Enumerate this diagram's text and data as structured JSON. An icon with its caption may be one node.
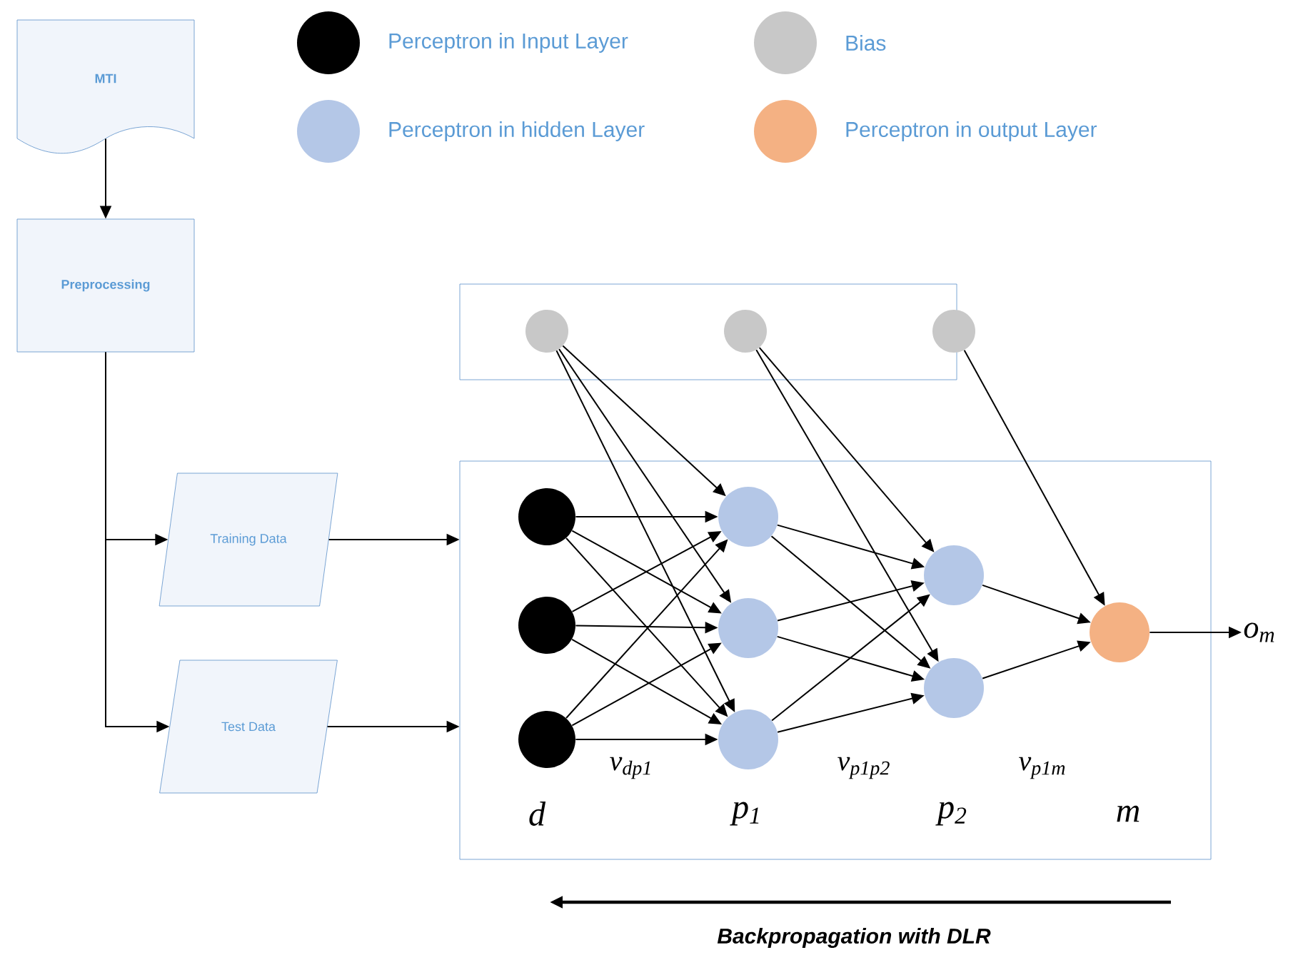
{
  "diagram": {
    "nodes": [
      {
        "text": [
          "MTI"
        ]
      },
      {
        "text": [
          "Preprocessing"
        ]
      },
      {
        "text": [
          "Training Data"
        ]
      },
      {
        "text": [
          "Test Data"
        ]
      },
      {
        "text": [],
        "shape": "box"
      },
      {
        "text": [],
        "shape": "box"
      },
      {
        "text": [],
        "shape": "circle",
        "in": 4
      },
      {
        "text": [],
        "shape": "circle",
        "in": 4
      },
      {
        "text": [],
        "shape": "circle",
        "in": 4
      },
      {
        "text": [],
        "shape": "circle",
        "in": 5
      },
      {
        "text": [],
        "shape": "circle",
        "in": 5
      },
      {
        "text": [],
        "shape": "circle",
        "in": 5
      },
      {
        "text": [],
        "shape": "circle",
        "in": 5
      },
      {
        "text": [],
        "shape": "circle",
        "in": 5
      },
      {
        "text": [],
        "shape": "circle",
        "in": 5
      },
      {
        "text": [],
        "shape": "circle",
        "in": 5
      },
      {
        "text": [],
        "shape": "circle",
        "in": 5
      },
      {
        "text": [],
        "shape": "circle",
        "in": 5
      },
      {
        "text": [
          "o$_{m}$"
        ]
      }
    ],
    "edges": [
      {
        "from": 0,
        "to": 1,
        "arrow": "to"
      },
      {
        "from": 1,
        "to": 2,
        "arrow": "to"
      },
      {
        "from": 1,
        "to": 3,
        "arrow": "to"
      },
      {
        "from": 2,
        "to": 5,
        "arrow": "to"
      },
      {
        "from": 3,
        "to": 5,
        "arrow": "to"
      },
      {
        "from": 6,
        "to": 12,
        "arrow": "to"
      },
      {
        "from": 6,
        "to": 13,
        "arrow": "to"
      },
      {
        "from": 6,
        "to": 14,
        "arrow": "to"
      },
      {
        "from": 7,
        "to": 15,
        "arrow": "to"
      },
      {
        "from": 7,
        "to": 16,
        "arrow": "to"
      },
      {
        "from": 8,
        "to": 17,
        "arrow": "to"
      },
      {
        "from": 9,
        "to": 12,
        "arrow": "to"
      },
      {
        "from": 9,
        "to": 13,
        "arrow": "to"
      },
      {
        "from": 9,
        "to": 14,
        "arrow": "to"
      },
      {
        "from": 10,
        "to": 12,
        "arrow": "to"
      },
      {
        "from": 10,
        "to": 13,
        "arrow": "to"
      },
      {
        "from": 10,
        "to": 14,
        "arrow": "to"
      },
      {
        "from": 11,
        "to": 12,
        "arrow": "to"
      },
      {
        "from": 11,
        "to": 13,
        "arrow": "to"
      },
      {
        "from": 11,
        "to": 14,
        "arrow": "to"
      },
      {
        "from": 12,
        "to": 15,
        "arrow": "to"
      },
      {
        "from": 12,
        "to": 16,
        "arrow": "to"
      },
      {
        "from": 13,
        "to": 15,
        "arrow": "to"
      },
      {
        "from": 13,
        "to": 16,
        "arrow": "to"
      },
      {
        "from": 14,
        "to": 15,
        "arrow": "to"
      },
      {
        "from": 14,
        "to": 16,
        "arrow": "to"
      },
      {
        "from": 15,
        "to": 17,
        "arrow": "to"
      },
      {
        "from": 16,
        "to": 17,
        "arrow": "to"
      },
      {
        "from": 17,
        "to": 18,
        "arrow": "to"
      }
    ],
    "labels": [
      "v$_{dp1}$",
      "v$_{p1p2}$",
      "v$_{p1m}$",
      "d",
      "p$_{1}$",
      "p$_{2}$",
      "m",
      "Backpropagation with DLR"
    ],
    "legend": [
      {
        "text": "Perceptron in Input Layer",
        "color": "#000000"
      },
      {
        "text": "Bias",
        "color": "#c8c8c8"
      },
      {
        "text": "Perceptron in hidden Layer",
        "color": "#b4c7e7"
      },
      {
        "text": "Perceptron in output Layer",
        "color": "#f4b183"
      }
    ]
  }
}
